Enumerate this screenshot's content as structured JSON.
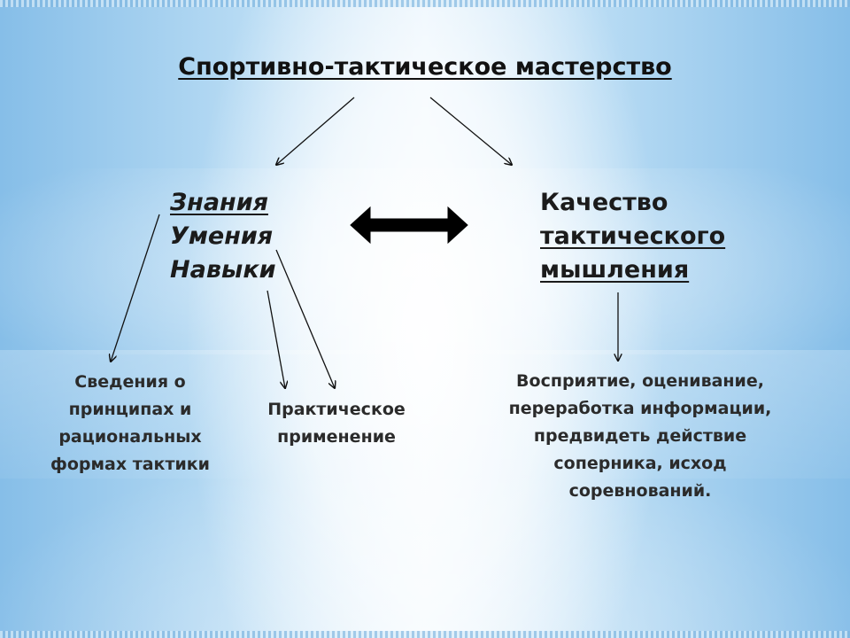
{
  "title": "Спортивно-тактическое мастерство",
  "left_concept": {
    "line_1": "Знания",
    "line_2": "Умения",
    "line_3": "Навыки"
  },
  "right_concept": {
    "line_1": "Качество",
    "line_2": "тактического",
    "line_3": "мышления"
  },
  "bottom_left": {
    "line_1": "Сведения о",
    "line_2": "принципах и",
    "line_3": "рациональных",
    "line_4": "формах тактики"
  },
  "bottom_middle": {
    "line_1": "Практическое",
    "line_2": "применение"
  },
  "bottom_right": {
    "line_1": "Восприятие, оценивание,",
    "line_2": "переработка информации,",
    "line_3": "предвидеть действие",
    "line_4": "соперника, исход",
    "line_5": "соревнований."
  },
  "colors": {
    "text": "#111111",
    "arrow": "#111111",
    "background_edge": "#86bee8",
    "background_center": "#ffffff"
  }
}
